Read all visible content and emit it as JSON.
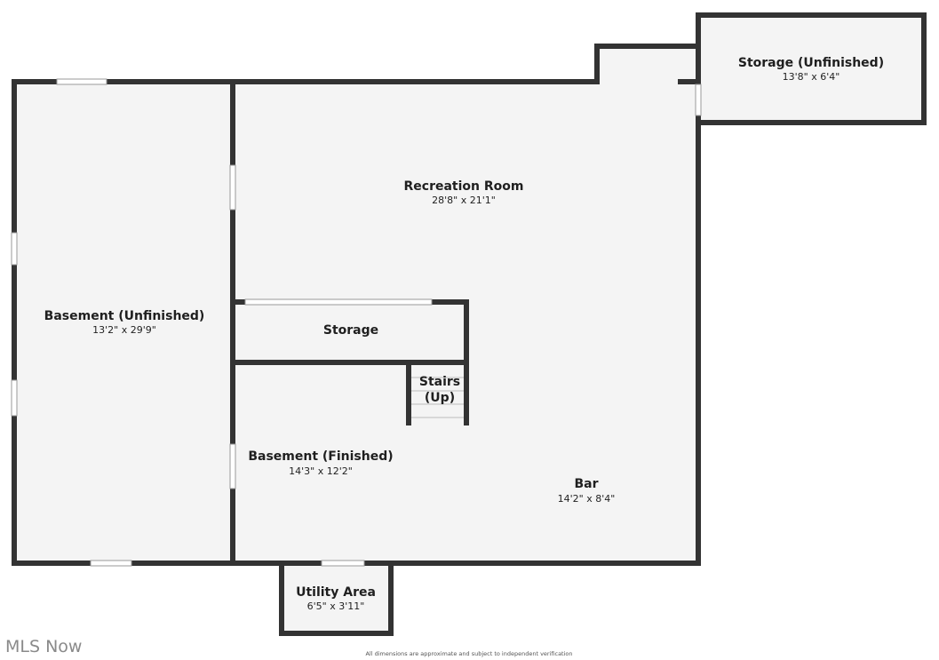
{
  "rooms": {
    "storage_unfinished": {
      "name": "Storage (Unfinished)",
      "dims": "13'8\" x 6'4\""
    },
    "recreation_room": {
      "name": "Recreation Room",
      "dims": "28'8\" x 21'1\""
    },
    "basement_unfinished": {
      "name": "Basement (Unfinished)",
      "dims": "13'2\" x 29'9\""
    },
    "storage": {
      "name": "Storage"
    },
    "stairs": {
      "name_line1": "Stairs",
      "name_line2": "(Up)"
    },
    "basement_finished": {
      "name": "Basement (Finished)",
      "dims": "14'3\" x 12'2\""
    },
    "bar": {
      "name": "Bar",
      "dims": "14'2\" x 8'4\""
    },
    "utility_area": {
      "name": "Utility Area",
      "dims": "6'5\" x 3'11\""
    }
  },
  "footer": {
    "watermark": "MLS Now",
    "disclaimer": "All dimensions are approximate and subject to independent verification"
  },
  "colors": {
    "wall": "#333333",
    "floor": "#f4f4f4",
    "window": "#ffffff"
  }
}
